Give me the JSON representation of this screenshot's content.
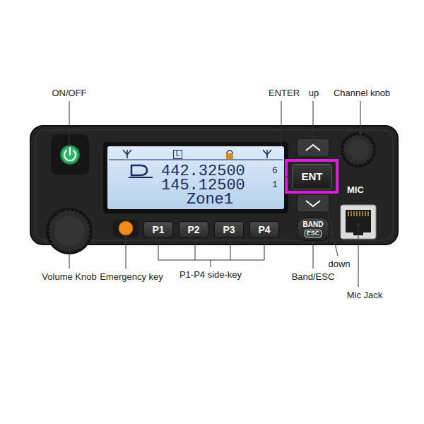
{
  "diagram": {
    "nodes": [
      {
        "text": [
          "MIC"
        ]
      },
      {
        "text": [
          "442.32500",
          "6",
          "145.12500",
          "1",
          "Zone1"
        ],
        "in": 0
      },
      {
        "text": [
          "L"
        ],
        "in": 1
      },
      {
        "text": [
          "P1"
        ],
        "in": 0
      },
      {
        "text": [
          "P2"
        ],
        "in": 0
      },
      {
        "text": [
          "P3"
        ],
        "in": 0
      },
      {
        "text": [
          "P4"
        ],
        "in": 0
      },
      {
        "text": [
          "ENT"
        ],
        "in": 0
      },
      {
        "text": [
          "BAND",
          "ESC"
        ],
        "in": 0
      }
    ],
    "labels": [
      "ON/OFF",
      "ENTER",
      "up",
      "Channel knob",
      "Volume Knob",
      "Emergency key",
      "P1-P4 side-key",
      "down",
      "Band/ESC",
      "Mic Jack"
    ]
  }
}
